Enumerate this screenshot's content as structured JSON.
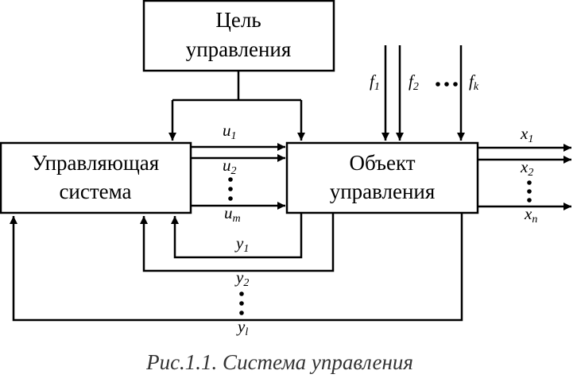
{
  "blocks": {
    "goal": {
      "line1": "Цель",
      "line2": "управления"
    },
    "controller": {
      "line1": "Управляющая",
      "line2": "система"
    },
    "plant": {
      "line1": "Объект",
      "line2": "управления"
    }
  },
  "signals": {
    "controls": [
      {
        "sym": "u",
        "sub": "1"
      },
      {
        "sym": "u",
        "sub": "2"
      },
      {
        "sym": "u",
        "sub": "m"
      }
    ],
    "disturbances": [
      {
        "sym": "f",
        "sub": "1"
      },
      {
        "sym": "f",
        "sub": "2"
      },
      {
        "sym": "f",
        "sub": "k"
      }
    ],
    "outputs": [
      {
        "sym": "x",
        "sub": "1"
      },
      {
        "sym": "x",
        "sub": "2"
      },
      {
        "sym": "x",
        "sub": "n"
      }
    ],
    "feedback": [
      {
        "sym": "y",
        "sub": "1"
      },
      {
        "sym": "y",
        "sub": "2"
      },
      {
        "sym": "y",
        "sub": "l"
      }
    ]
  },
  "caption": "Рис.1.1. Система управления"
}
